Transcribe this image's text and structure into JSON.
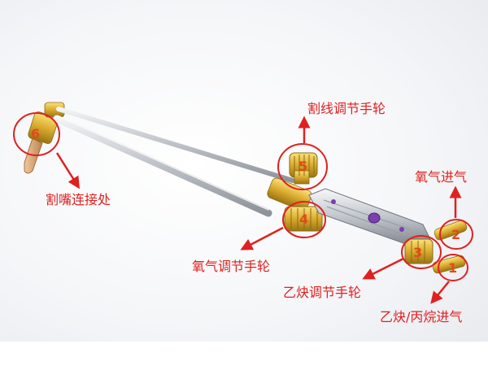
{
  "labels": {
    "cut_line_wheel": "割线调节手轮",
    "oxygen_inlet": "氧气进气",
    "nozzle_connection": "割嘴连接处",
    "oxygen_wheel": "氧气调节手轮",
    "acetylene_wheel": "乙炔调节手轮",
    "acetylene_propane_inlet": "乙炔/丙烷进气"
  },
  "numbers": {
    "n1": "1",
    "n2": "2",
    "n3": "3",
    "n4": "4",
    "n5": "5",
    "n6": "6"
  },
  "colors": {
    "annotation_red": "#e02020",
    "brass": "#d4a93a",
    "steel": "#c8ccd2",
    "accent_purple": "#7a3fb0"
  }
}
